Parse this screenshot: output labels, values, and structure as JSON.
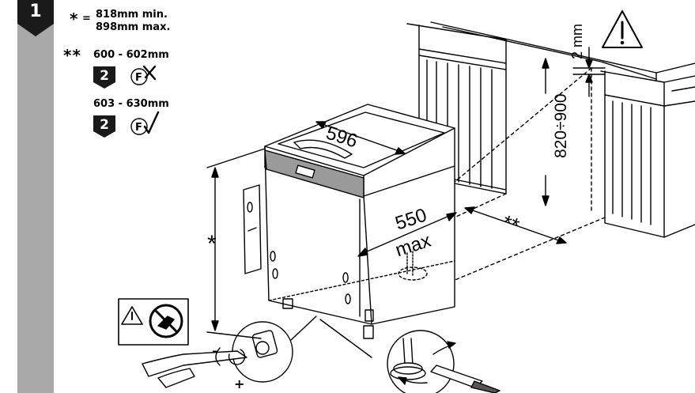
{
  "step": {
    "number": "1"
  },
  "notes": {
    "star": "*",
    "equals": "=",
    "min_text": "818mm min.",
    "max_text": "898mm max.",
    "double_star": "**",
    "range1": "600 - 602mm",
    "range2": "603 - 630mm",
    "badge_number": "2"
  },
  "dimensions": {
    "width": "596",
    "depth": "550",
    "depth_note": "max",
    "height_range": "820÷900",
    "gap": "2 mm",
    "height_marker": "*",
    "recess_marker": "**"
  },
  "adjust": {
    "minus": "-",
    "plus": "+"
  },
  "icons": [
    "warning-triangle-icon",
    "no-power-drill-icon",
    "furniture-f-cross-icon",
    "furniture-f-check-icon",
    "screwdriver-icon"
  ],
  "colors": {
    "bar": "#a8a8a8",
    "badge": "#1a1a1a",
    "line": "#000000"
  }
}
